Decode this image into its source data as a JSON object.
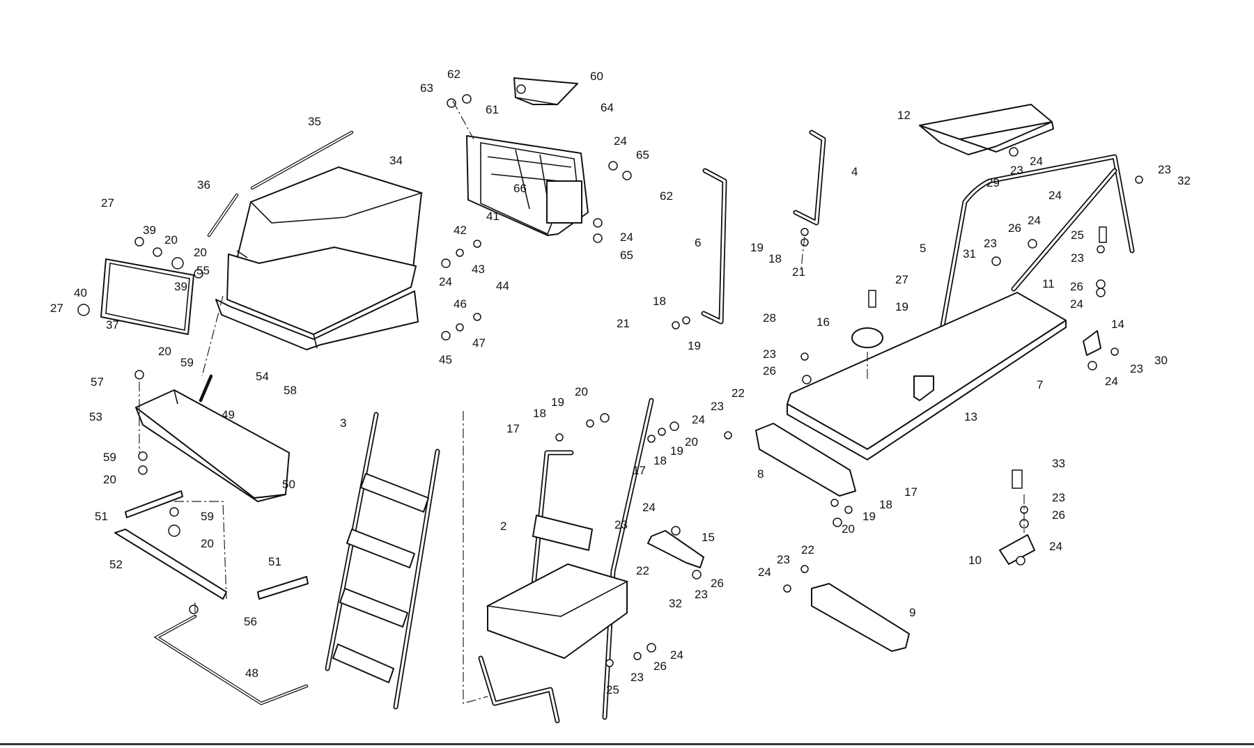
{
  "diagram": {
    "title": "",
    "callouts": [
      {
        "id": "c1",
        "text": "62"
      },
      {
        "id": "c2",
        "text": "60"
      },
      {
        "id": "c3",
        "text": "63"
      },
      {
        "id": "c4",
        "text": "61"
      },
      {
        "id": "c5",
        "text": "64"
      },
      {
        "id": "c6",
        "text": "35"
      },
      {
        "id": "c7",
        "text": "34"
      },
      {
        "id": "c8",
        "text": "24"
      },
      {
        "id": "c9",
        "text": "65"
      },
      {
        "id": "c10",
        "text": "62"
      },
      {
        "id": "c11",
        "text": "66"
      },
      {
        "id": "c12",
        "text": "24"
      },
      {
        "id": "c13",
        "text": "65"
      },
      {
        "id": "c14",
        "text": "36"
      },
      {
        "id": "c15",
        "text": "27"
      },
      {
        "id": "c16",
        "text": "39"
      },
      {
        "id": "c17",
        "text": "20"
      },
      {
        "id": "c18",
        "text": "20"
      },
      {
        "id": "c19",
        "text": "39"
      },
      {
        "id": "c20",
        "text": "55"
      },
      {
        "id": "c21",
        "text": "40"
      },
      {
        "id": "c22",
        "text": "27"
      },
      {
        "id": "c23",
        "text": "37"
      },
      {
        "id": "c24",
        "text": "42"
      },
      {
        "id": "c25",
        "text": "41"
      },
      {
        "id": "c26",
        "text": "24"
      },
      {
        "id": "c27",
        "text": "43"
      },
      {
        "id": "c28",
        "text": "44"
      },
      {
        "id": "c29",
        "text": "46"
      },
      {
        "id": "c30",
        "text": "47"
      },
      {
        "id": "c31",
        "text": "45"
      },
      {
        "id": "c32",
        "text": "6"
      },
      {
        "id": "c33",
        "text": "4"
      },
      {
        "id": "c34",
        "text": "19"
      },
      {
        "id": "c35",
        "text": "18"
      },
      {
        "id": "c36",
        "text": "21"
      },
      {
        "id": "c37",
        "text": "18"
      },
      {
        "id": "c38",
        "text": "21"
      },
      {
        "id": "c39",
        "text": "19"
      },
      {
        "id": "c40",
        "text": "12"
      },
      {
        "id": "c41",
        "text": "24"
      },
      {
        "id": "c42",
        "text": "23"
      },
      {
        "id": "c43",
        "text": "29"
      },
      {
        "id": "c44",
        "text": "23"
      },
      {
        "id": "c45",
        "text": "32"
      },
      {
        "id": "c46",
        "text": "24"
      },
      {
        "id": "c47",
        "text": "26"
      },
      {
        "id": "c48",
        "text": "24"
      },
      {
        "id": "c49",
        "text": "25"
      },
      {
        "id": "c50",
        "text": "5"
      },
      {
        "id": "c51",
        "text": "31"
      },
      {
        "id": "c52",
        "text": "23"
      },
      {
        "id": "c53",
        "text": "23"
      },
      {
        "id": "c54",
        "text": "11"
      },
      {
        "id": "c55",
        "text": "26"
      },
      {
        "id": "c56",
        "text": "24"
      },
      {
        "id": "c57",
        "text": "27"
      },
      {
        "id": "c58",
        "text": "19"
      },
      {
        "id": "c59",
        "text": "28"
      },
      {
        "id": "c60",
        "text": "16"
      },
      {
        "id": "c61",
        "text": "23"
      },
      {
        "id": "c62",
        "text": "26"
      },
      {
        "id": "c63",
        "text": "14"
      },
      {
        "id": "c64",
        "text": "30"
      },
      {
        "id": "c65",
        "text": "23"
      },
      {
        "id": "c66",
        "text": "24"
      },
      {
        "id": "c67",
        "text": "7"
      },
      {
        "id": "c68",
        "text": "13"
      },
      {
        "id": "c69",
        "text": "57"
      },
      {
        "id": "c70",
        "text": "20"
      },
      {
        "id": "c71",
        "text": "59"
      },
      {
        "id": "c72",
        "text": "54"
      },
      {
        "id": "c73",
        "text": "58"
      },
      {
        "id": "c74",
        "text": "53"
      },
      {
        "id": "c75",
        "text": "49"
      },
      {
        "id": "c76",
        "text": "59"
      },
      {
        "id": "c77",
        "text": "20"
      },
      {
        "id": "c78",
        "text": "50"
      },
      {
        "id": "c79",
        "text": "51"
      },
      {
        "id": "c80",
        "text": "59"
      },
      {
        "id": "c81",
        "text": "20"
      },
      {
        "id": "c82",
        "text": "52"
      },
      {
        "id": "c83",
        "text": "51"
      },
      {
        "id": "c84",
        "text": "56"
      },
      {
        "id": "c85",
        "text": "48"
      },
      {
        "id": "c86",
        "text": "3"
      },
      {
        "id": "c87",
        "text": "20"
      },
      {
        "id": "c88",
        "text": "19"
      },
      {
        "id": "c89",
        "text": "18"
      },
      {
        "id": "c90",
        "text": "17"
      },
      {
        "id": "c91",
        "text": "20"
      },
      {
        "id": "c92",
        "text": "19"
      },
      {
        "id": "c93",
        "text": "18"
      },
      {
        "id": "c94",
        "text": "17"
      },
      {
        "id": "c95",
        "text": "2"
      },
      {
        "id": "c96",
        "text": "22"
      },
      {
        "id": "c97",
        "text": "23"
      },
      {
        "id": "c98",
        "text": "24"
      },
      {
        "id": "c99",
        "text": "8"
      },
      {
        "id": "c100",
        "text": "17"
      },
      {
        "id": "c101",
        "text": "18"
      },
      {
        "id": "c102",
        "text": "19"
      },
      {
        "id": "c103",
        "text": "20"
      },
      {
        "id": "c104",
        "text": "24"
      },
      {
        "id": "c105",
        "text": "23"
      },
      {
        "id": "c106",
        "text": "15"
      },
      {
        "id": "c107",
        "text": "22"
      },
      {
        "id": "c108",
        "text": "23"
      },
      {
        "id": "c109",
        "text": "26"
      },
      {
        "id": "c110",
        "text": "32"
      },
      {
        "id": "c111",
        "text": "24"
      },
      {
        "id": "c112",
        "text": "26"
      },
      {
        "id": "c113",
        "text": "23"
      },
      {
        "id": "c114",
        "text": "25"
      },
      {
        "id": "c115",
        "text": "22"
      },
      {
        "id": "c116",
        "text": "23"
      },
      {
        "id": "c117",
        "text": "24"
      },
      {
        "id": "c118",
        "text": "9"
      },
      {
        "id": "c119",
        "text": "33"
      },
      {
        "id": "c120",
        "text": "23"
      },
      {
        "id": "c121",
        "text": "26"
      },
      {
        "id": "c122",
        "text": "10"
      },
      {
        "id": "c123",
        "text": "24"
      }
    ]
  }
}
